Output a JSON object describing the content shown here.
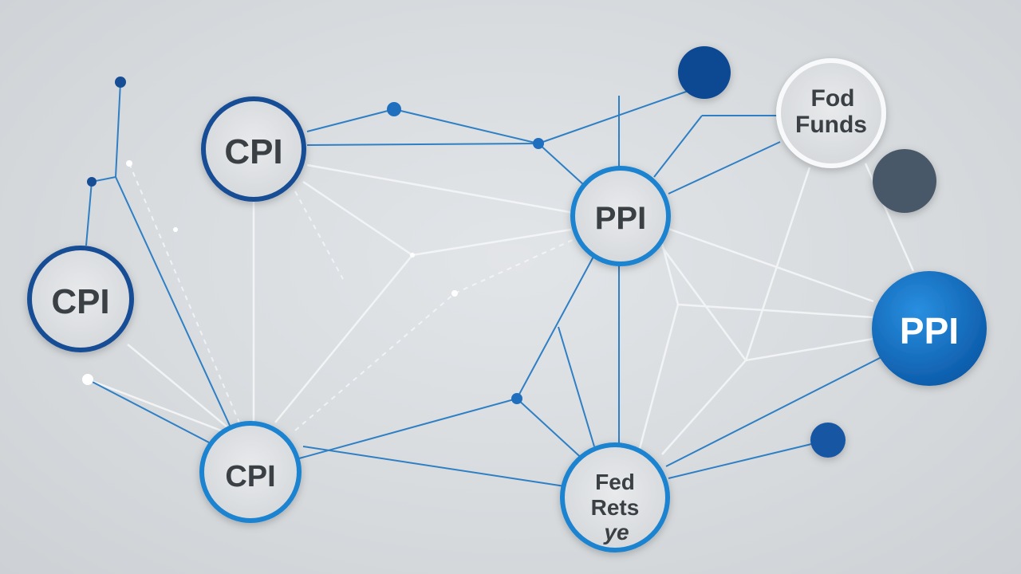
{
  "diagram": {
    "nodes": [
      {
        "id": "cpi-top",
        "label": "CPI"
      },
      {
        "id": "cpi-left",
        "label": "CPI"
      },
      {
        "id": "cpi-bottom",
        "label": "CPI"
      },
      {
        "id": "ppi-center",
        "label": "PPI"
      },
      {
        "id": "ppi-right",
        "label": "PPI"
      },
      {
        "id": "fed-funds",
        "label_line1": "Fod",
        "label_line2": "Funds"
      },
      {
        "id": "fed-rates",
        "label_line1": "Fed",
        "label_line2": "Rets",
        "label_line3": "ye"
      }
    ],
    "colors": {
      "background": "#d9dcdf",
      "edge_blue": "#2f7fc4",
      "edge_white": "#f4f6f8",
      "ring_dark": "#174d95",
      "ring_bright": "#1a83d0",
      "fill_dark_blue": "#0d4a93",
      "fill_slate": "#4a5968",
      "fill_gradient_blue": "#1574c6",
      "text_dark": "#3a3f45",
      "text_light": "#ffffff"
    }
  }
}
